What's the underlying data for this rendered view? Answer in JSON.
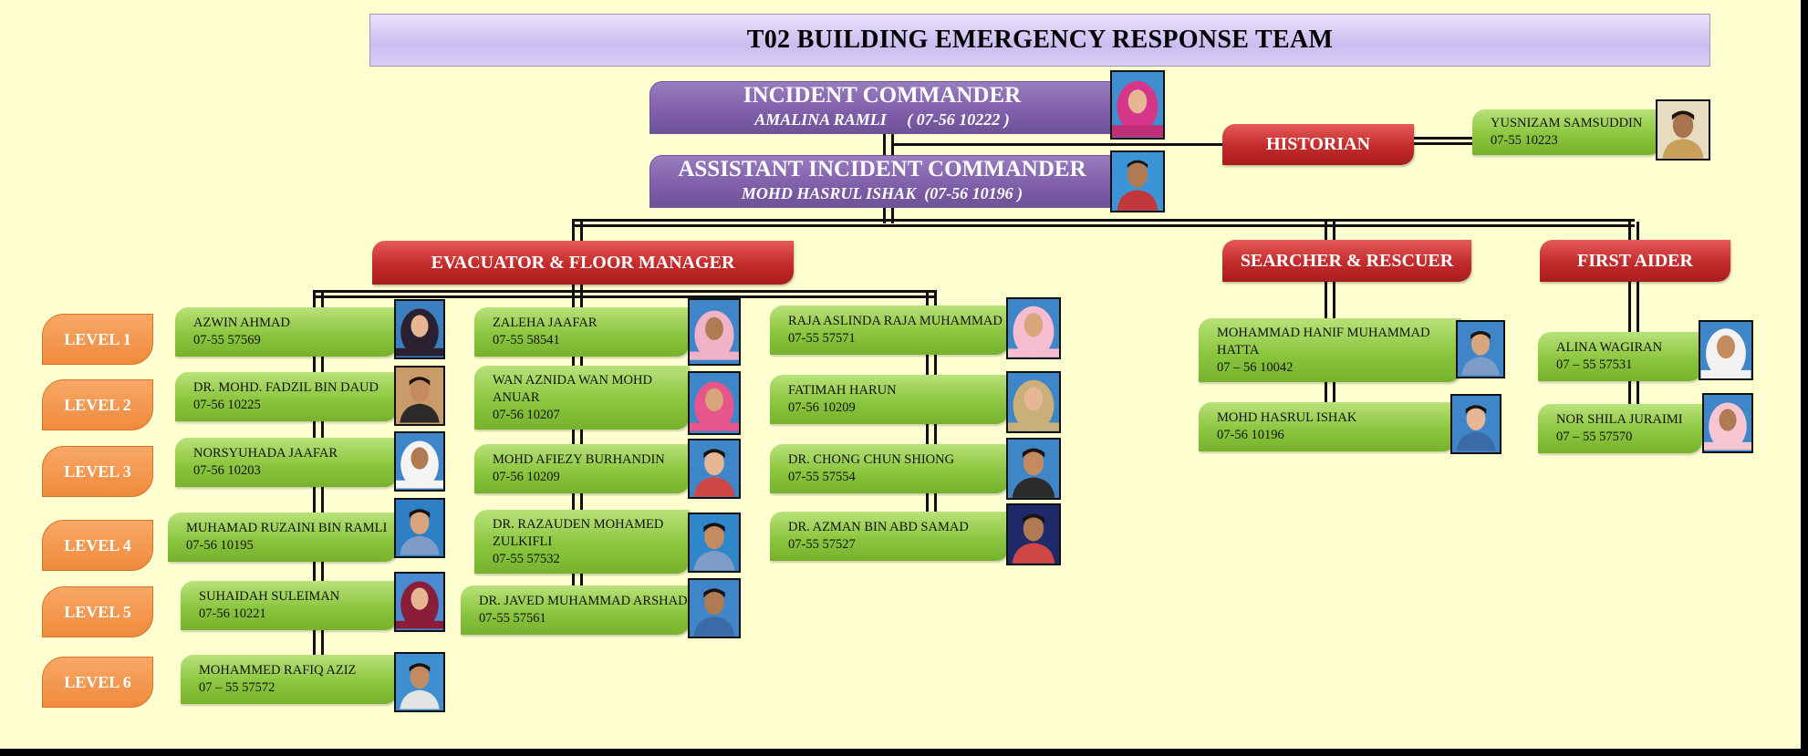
{
  "title": "T02 BUILDING EMERGENCY RESPONSE TEAM",
  "incident_commander": {
    "role": "INCIDENT COMMANDER",
    "name_phone": "AMALINA RAMLI     ( 07-56 10222 )"
  },
  "assistant_commander": {
    "role": "ASSISTANT INCIDENT COMMANDER",
    "name_phone": "MOHD HASRUL ISHAK  (07-56 10196 )"
  },
  "historian": {
    "role": "HISTORIAN",
    "name": "YUSNIZAM SAMSUDDIN",
    "phone": "07-55 10223"
  },
  "groups": {
    "evacuator": "EVACUATOR & FLOOR MANAGER",
    "searcher": "SEARCHER & RESCUER",
    "first_aider": "FIRST AIDER"
  },
  "levels": [
    "LEVEL 1",
    "LEVEL 2",
    "LEVEL 3",
    "LEVEL 4",
    "LEVEL 5",
    "LEVEL 6"
  ],
  "evac_col1": [
    {
      "name": "AZWIN AHMAD",
      "phone": "07-55 57569"
    },
    {
      "name": "DR. MOHD. FADZIL  BIN  DAUD",
      "phone": "07-56 10225"
    },
    {
      "name": "NORSYUHADA JAAFAR",
      "phone": "07-56 10203"
    },
    {
      "name": "MUHAMAD RUZAINI BIN RAMLI",
      "phone": "07-56 10195"
    },
    {
      "name": "SUHAIDAH  SULEIMAN",
      "phone": "07-56 10221"
    },
    {
      "name": "MOHAMMED RAFIQ  AZIZ",
      "phone": "07 – 55 57572"
    }
  ],
  "evac_col2": [
    {
      "name": "ZALEHA JAAFAR",
      "phone": "07-55 58541"
    },
    {
      "name": "WAN AZNIDA WAN MOHD",
      "name2": "ANUAR",
      "phone": "07-56 10207"
    },
    {
      "name": "MOHD AFIEZY BURHANDIN",
      "phone": "07-56 10209"
    },
    {
      "name": "DR. RAZAUDEN MOHAMED",
      "name2": "ZULKIFLI",
      "phone": "07-55 57532"
    },
    {
      "name": "DR. JAVED MUHAMMAD ARSHAD",
      "phone": "07-55 57561"
    }
  ],
  "evac_col3": [
    {
      "name": "RAJA ASLINDA RAJA MUHAMMAD",
      "phone": "07-55 57571"
    },
    {
      "name": "FATIMAH HARUN",
      "phone": "07-56 10209"
    },
    {
      "name": "DR. CHONG CHUN SHIONG",
      "phone": "07-55 57554"
    },
    {
      "name": "DR. AZMAN BIN ABD SAMAD",
      "phone": "07-55 57527"
    }
  ],
  "searchers": [
    {
      "name": "MOHAMMAD HANIF  MUHAMMAD",
      "name2": "HATTA",
      "phone": "07 – 56 10042"
    },
    {
      "name": "MOHD HASRUL ISHAK",
      "phone": "07-56 10196"
    }
  ],
  "first_aiders": [
    {
      "name": "ALINA WAGIRAN",
      "phone": "07 – 55 57531"
    },
    {
      "name": "NOR SHILA JURAIMI",
      "phone": "07 – 55 57570"
    }
  ],
  "colors": {
    "background": "#ffffd2",
    "title_bg": "#d8cdf4",
    "commander": "#7e5ea8",
    "group": "#c32b2b",
    "level": "#f08a3c",
    "card": "#8cc63f"
  }
}
